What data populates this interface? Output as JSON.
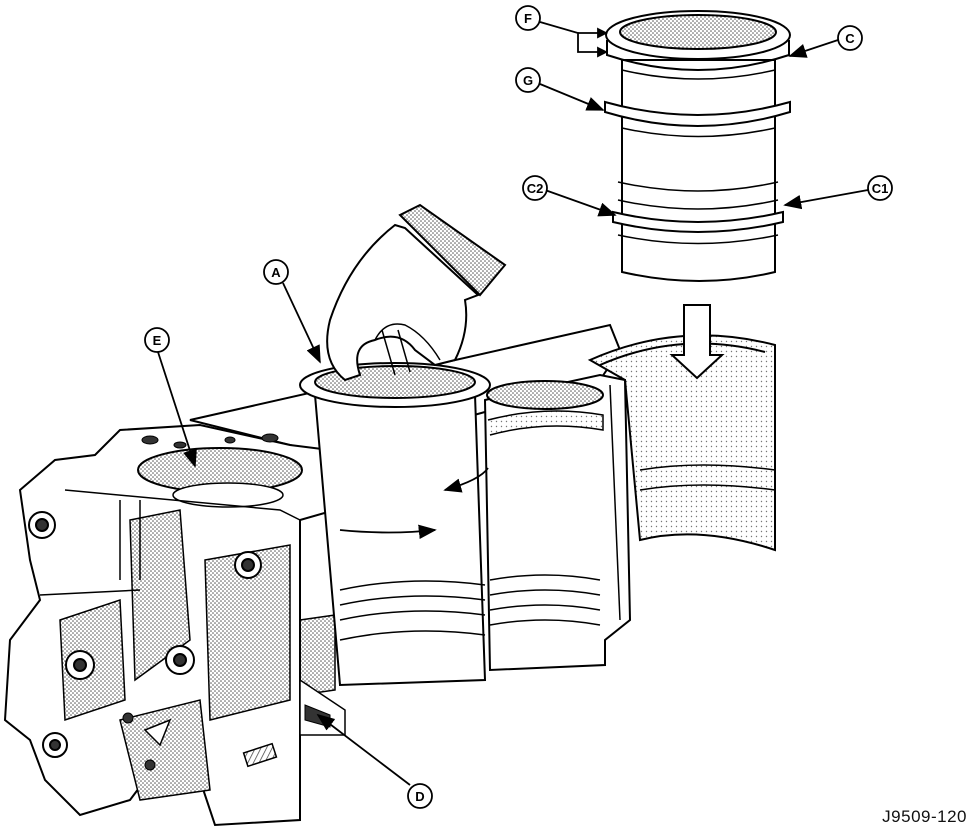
{
  "figure": {
    "reference_code": "J9509-120",
    "callouts": [
      {
        "id": "A",
        "label": "A"
      },
      {
        "id": "C",
        "label": "C"
      },
      {
        "id": "C1",
        "label": "C1"
      },
      {
        "id": "C2",
        "label": "C2"
      },
      {
        "id": "D",
        "label": "D"
      },
      {
        "id": "E",
        "label": "E"
      },
      {
        "id": "F",
        "label": "F"
      },
      {
        "id": "G",
        "label": "G"
      }
    ]
  }
}
